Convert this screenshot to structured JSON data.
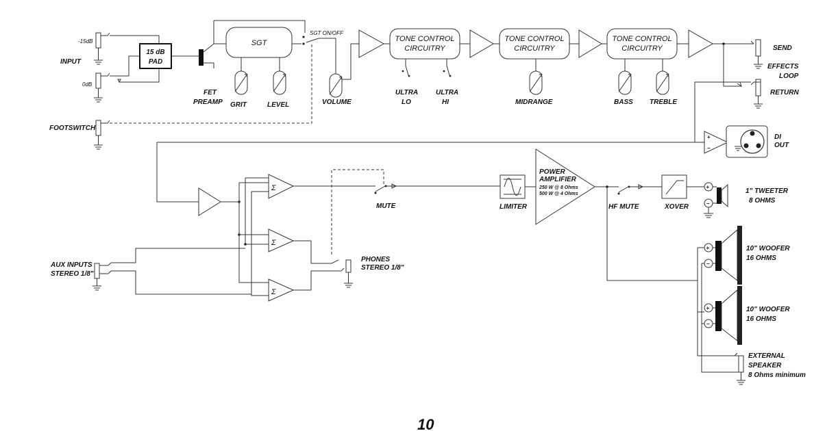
{
  "labels": {
    "input": "INPUT",
    "minus15db": "-15dB",
    "zerodb": "0dB",
    "pad_line1": "15 dB",
    "pad_line2": "PAD",
    "fet_line1": "FET",
    "fet_line2": "PREAMP",
    "sgt": "SGT",
    "sgt_onoff": "SGT ON/OFF",
    "grit": "GRIT",
    "level": "LEVEL",
    "volume": "VOLUME",
    "footswitch": "FOOTSWITCH",
    "tone1_line1": "TONE CONTROL",
    "tone1_line2": "CIRCUITRY",
    "tone2_line1": "TONE CONTROL",
    "tone2_line2": "CIRCUITRY",
    "tone3_line1": "TONE CONTROL",
    "tone3_line2": "CIRCUITRY",
    "ultra_lo_line1": "ULTRA",
    "ultra_lo_line2": "LO",
    "ultra_hi_line1": "ULTRA",
    "ultra_hi_line2": "HI",
    "midrange": "MIDRANGE",
    "bass": "BASS",
    "treble": "TREBLE",
    "send": "SEND",
    "effects_line1": "EFFECTS",
    "effects_line2": "LOOP",
    "return": "RETURN",
    "di_line1": "DI",
    "di_line2": "OUT",
    "mute": "MUTE",
    "limiter": "LIMITER",
    "power_line1": "POWER",
    "power_line2": "AMPLIFIER",
    "power_line3": "250 W @ 8 Ohms",
    "power_line4": "500 W @ 4 Ohms",
    "hf_mute": "HF MUTE",
    "xover": "XOVER",
    "tweeter_line1": "1\" TWEETER",
    "tweeter_line2": "8 OHMS",
    "woofer1_line1": "10\" WOOFER",
    "woofer1_line2": "16 OHMS",
    "woofer2_line1": "10\" WOOFER",
    "woofer2_line2": "16 OHMS",
    "ext_line1": "EXTERNAL",
    "ext_line2": "SPEAKER",
    "ext_line3": "8 Ohms minimum",
    "aux_line1": "AUX INPUTS",
    "aux_line2": "STEREO 1/8\"",
    "phones_line1": "PHONES",
    "phones_line2": "STEREO 1/8\"",
    "sigma": "Σ",
    "plus": "+",
    "minus": "−",
    "page_number": "10"
  }
}
